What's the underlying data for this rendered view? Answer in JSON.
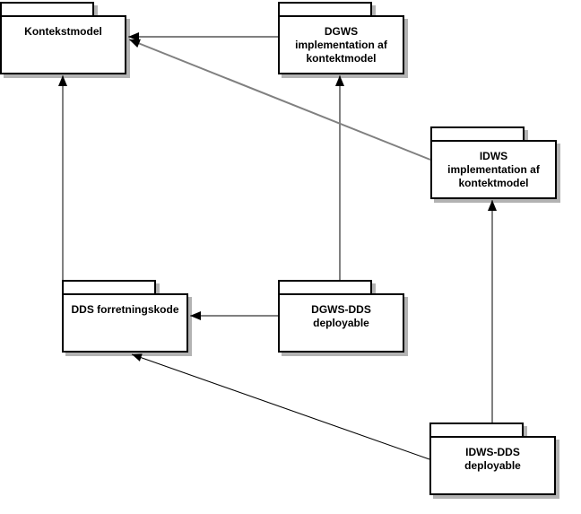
{
  "diagram": {
    "type": "uml-package-diagram",
    "colors": {
      "background": "#ffffff",
      "package_fill": "#ffffff",
      "package_border": "#000000",
      "shadow": "#b3b3b3",
      "dependency_line": "#808080",
      "dependency_line_thin": "#000000",
      "arrowhead": "#000000"
    },
    "packages": [
      {
        "id": "kontekstmodel",
        "label": "Kontekstmodel"
      },
      {
        "id": "dgws-implementation-af-kontektmodel",
        "label": "DGWS\nimplementation af\nkontektmodel"
      },
      {
        "id": "idws-implementation-af-kontektmodel",
        "label": "IDWS\nimplementation af\nkontektmodel"
      },
      {
        "id": "dds-forretningskode",
        "label": "DDS forretningskode"
      },
      {
        "id": "dgws-dds-deployable",
        "label": "DGWS-DDS\ndeployable"
      },
      {
        "id": "idws-dds-deployable",
        "label": "IDWS-DDS\ndeployable"
      }
    ],
    "relations": [
      {
        "from": "dgws-implementation-af-kontektmodel",
        "to": "kontekstmodel"
      },
      {
        "from": "idws-implementation-af-kontektmodel",
        "to": "kontekstmodel"
      },
      {
        "from": "dds-forretningskode",
        "to": "kontekstmodel"
      },
      {
        "from": "dgws-dds-deployable",
        "to": "dgws-implementation-af-kontektmodel"
      },
      {
        "from": "dgws-dds-deployable",
        "to": "dds-forretningskode"
      },
      {
        "from": "idws-dds-deployable",
        "to": "idws-implementation-af-kontektmodel"
      },
      {
        "from": "idws-dds-deployable",
        "to": "dds-forretningskode"
      }
    ]
  }
}
